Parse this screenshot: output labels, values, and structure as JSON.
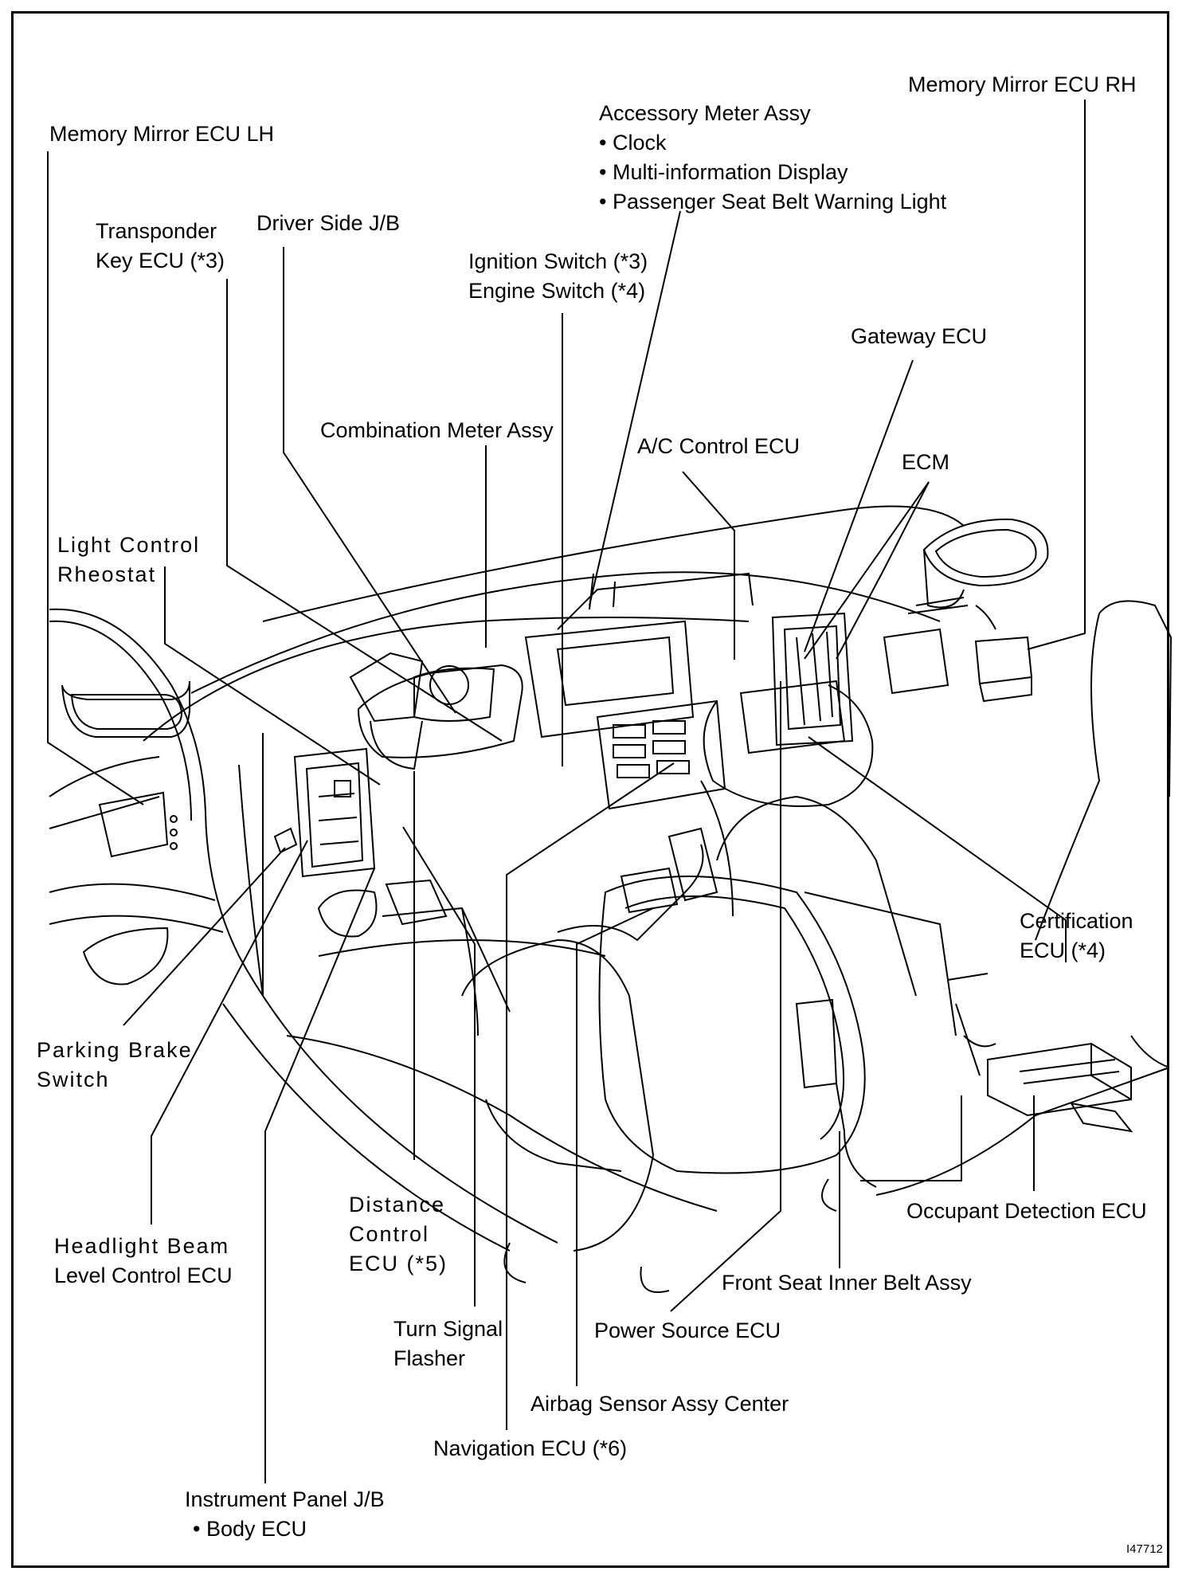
{
  "labels": {
    "memory_mirror_lh": "Memory Mirror ECU LH",
    "memory_mirror_rh": "Memory Mirror ECU RH",
    "accessory_meter": {
      "title": "Accessory Meter Assy",
      "items": [
        "• Clock",
        "• Multi-information Display",
        "• Passenger Seat Belt Warning Light"
      ]
    },
    "transponder": [
      "Transponder",
      "Key ECU (*3)"
    ],
    "driver_jb": "Driver Side J/B",
    "ignition": [
      "Ignition Switch (*3)",
      "Engine Switch (*4)"
    ],
    "gateway": "Gateway ECU",
    "combination_meter": "Combination Meter Assy",
    "ac_control": "A/C Control ECU",
    "ecm": "ECM",
    "light_control": [
      "Light  Control",
      "Rheostat"
    ],
    "certification": [
      "Certification",
      "ECU (*4)"
    ],
    "parking_brake": [
      "Parking  Brake",
      "Switch"
    ],
    "occupant": "Occupant Detection ECU",
    "distance_control": [
      "Distance",
      "Control",
      "ECU (*5)"
    ],
    "headlight": [
      "Headlight  Beam",
      "Level Control ECU"
    ],
    "front_seat_belt": "Front Seat Inner Belt Assy",
    "turn_signal": [
      "Turn Signal",
      "Flasher"
    ],
    "power_source": "Power Source ECU",
    "airbag": "Airbag Sensor Assy Center",
    "navigation": "Navigation ECU (*6)",
    "instrument_panel": {
      "title": "Instrument Panel J/B",
      "items": [
        "• Body ECU"
      ]
    }
  },
  "figure_id": "I47712"
}
